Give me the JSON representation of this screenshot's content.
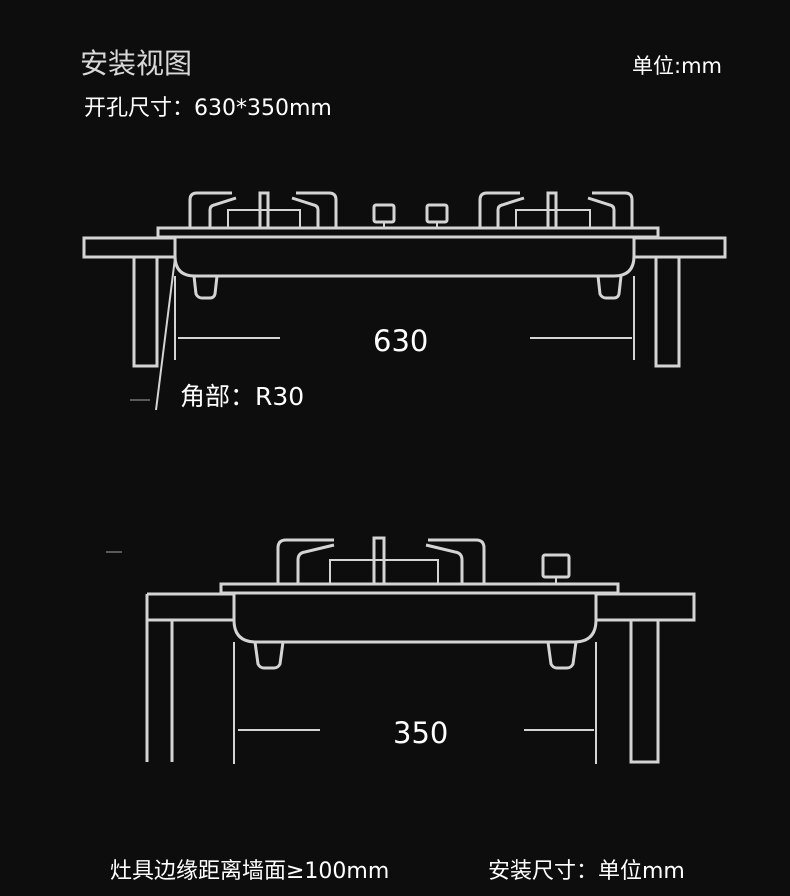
{
  "title": "安装视图",
  "unit": "单位:mm",
  "cutout": "开孔尺寸：630*350mm",
  "width_label": "630",
  "corner_label": "角部：R30",
  "depth_label": "350",
  "wall_clearance": "灶具边缘距离墙面≥100mm",
  "install_unit": "安装尺寸：单位mm"
}
